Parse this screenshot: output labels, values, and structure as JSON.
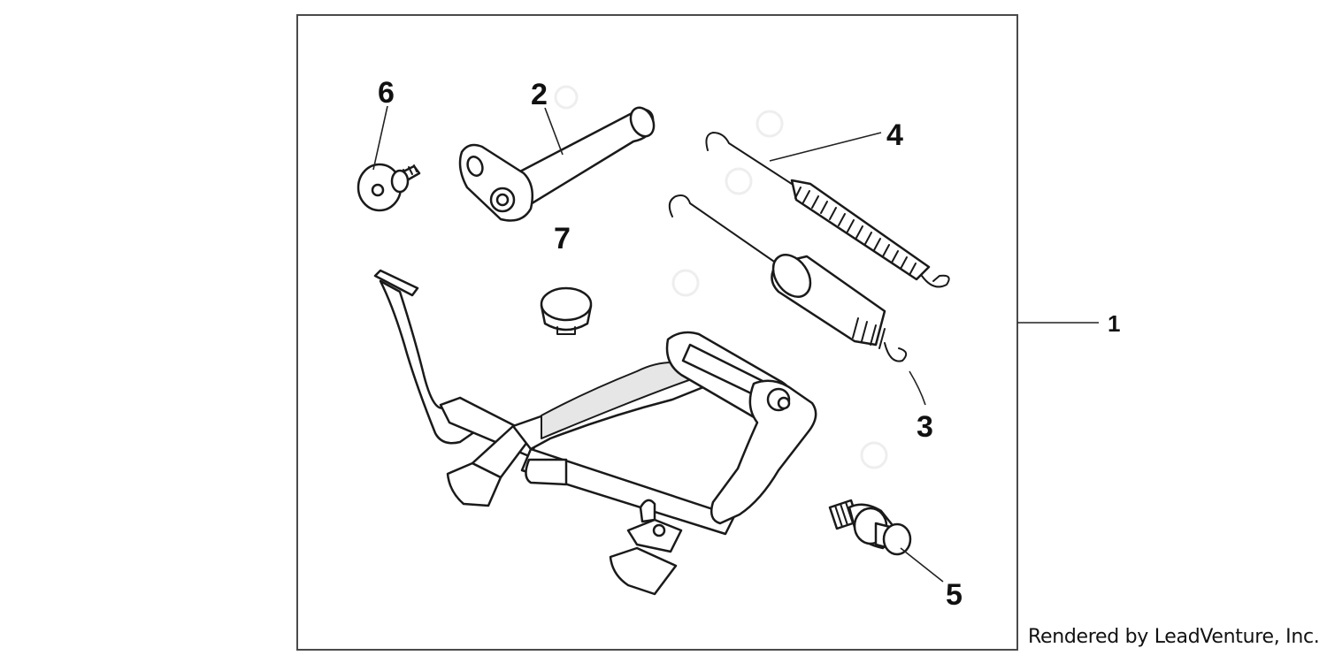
{
  "diagram": {
    "callouts": {
      "c1": "1",
      "c2": "2",
      "c3": "3",
      "c4": "4",
      "c5": "5",
      "c6": "6",
      "c7": "7"
    }
  },
  "credit": "Rendered by LeadVenture, Inc."
}
